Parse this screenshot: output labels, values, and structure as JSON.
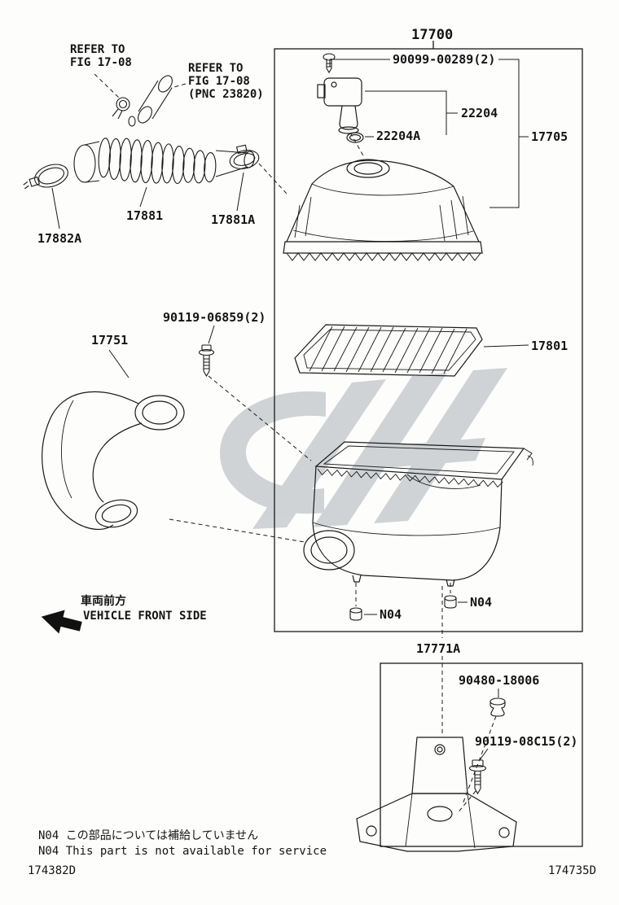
{
  "parts": {
    "p17700": "17700",
    "p90099": "90099-00289(2)",
    "p22204": "22204",
    "p22204A": "22204A",
    "p17705": "17705",
    "p17881": "17881",
    "p17881A": "17881A",
    "p17882A": "17882A",
    "p17751": "17751",
    "p90119a": "90119-06859(2)",
    "p17801": "17801",
    "n04": "N04",
    "p17771A": "17771A",
    "p90480": "90480-18006",
    "p90119b": "90119-08C15(2)"
  },
  "refer1": {
    "line1": "REFER TO",
    "line2": "FIG 17-08"
  },
  "refer2": {
    "line1": "REFER TO",
    "line2": "FIG 17-08",
    "line3": "(PNC 23820)"
  },
  "direction": {
    "jp": "車両前方",
    "en": "VEHICLE FRONT SIDE"
  },
  "notes": {
    "jp": "N04 この部品については補給していません",
    "en": "N04  This part is not available for service"
  },
  "doc": {
    "left": "174382D",
    "right": "174735D"
  },
  "colors": {
    "line": "#1a1a1a",
    "watermark": "#8e959e"
  }
}
